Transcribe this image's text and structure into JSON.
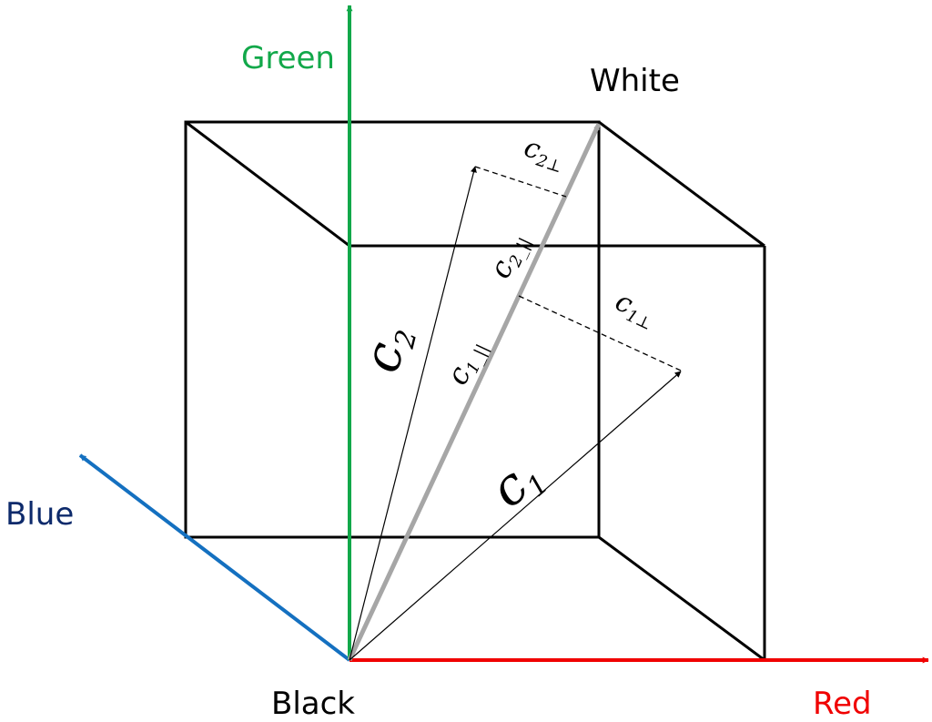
{
  "labels": {
    "green": "Green",
    "white": "White",
    "blue": "Blue",
    "black": "Black",
    "red": "Red"
  },
  "vectors": {
    "c1": {
      "base": "c",
      "sub": "1"
    },
    "c2": {
      "base": "c",
      "sub": "2"
    },
    "c1_par": {
      "base": "c",
      "sub": "1_||"
    },
    "c2_par": {
      "base": "c",
      "sub": "2_||"
    },
    "c1_perp": {
      "base": "c",
      "sub": "1⊥"
    },
    "c2_perp": {
      "base": "c",
      "sub": "2⊥"
    }
  },
  "colors": {
    "green": "#12a84a",
    "red": "#f00000",
    "blue": "#1470c0",
    "blue_label": "#0d2a6b",
    "gray_vector": "#a6a6a6",
    "black": "#000000"
  }
}
